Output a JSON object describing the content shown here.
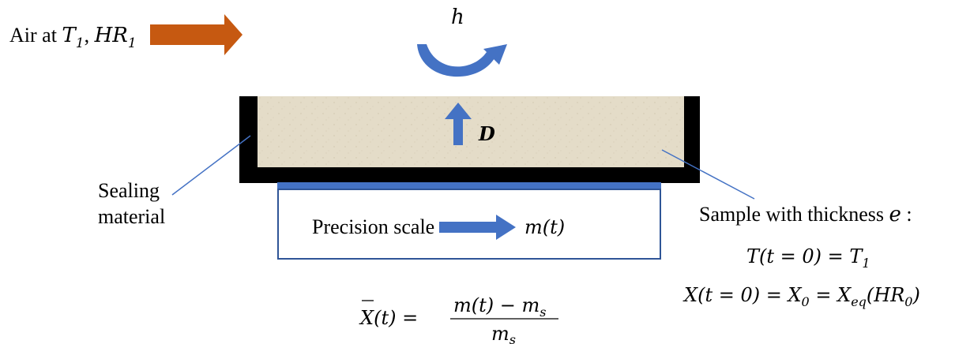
{
  "air": {
    "prefix": "Air at ",
    "t": "T",
    "t_sub": "1",
    "sep": ", ",
    "hr": "HR",
    "hr_sub": "1"
  },
  "h_label": "h",
  "d_label": "D",
  "sealing": {
    "line1": "Sealing",
    "line2": "material"
  },
  "scale": {
    "label": "Precision scale",
    "output": "m(t)"
  },
  "sample": {
    "label": "Sample with thickness ",
    "e": "e",
    "colon": " :",
    "eq1": "T(t = 0) = T",
    "eq1_sub": "1",
    "eq2_a": "X(t = 0) = X",
    "eq2_a_sub": "0",
    "eq2_b": " = X",
    "eq2_b_sub": "eq",
    "eq2_c": "(HR",
    "eq2_c_sub": "0",
    "eq2_d": ")"
  },
  "formula": {
    "lhs": "X(t) = ",
    "numerator": "m(t) − m",
    "numerator_sub": "s",
    "denominator": "m",
    "denominator_sub": "s"
  },
  "colors": {
    "air_arrow": "#C65911",
    "blue": "#4472C4",
    "scale_border": "#2F5597",
    "sample_fill": "#E4DCC8",
    "container": "#000000"
  },
  "icons": [
    "air-flow-arrow",
    "convection-curved-arrow",
    "diffusion-up-arrow",
    "scale-output-arrow"
  ]
}
